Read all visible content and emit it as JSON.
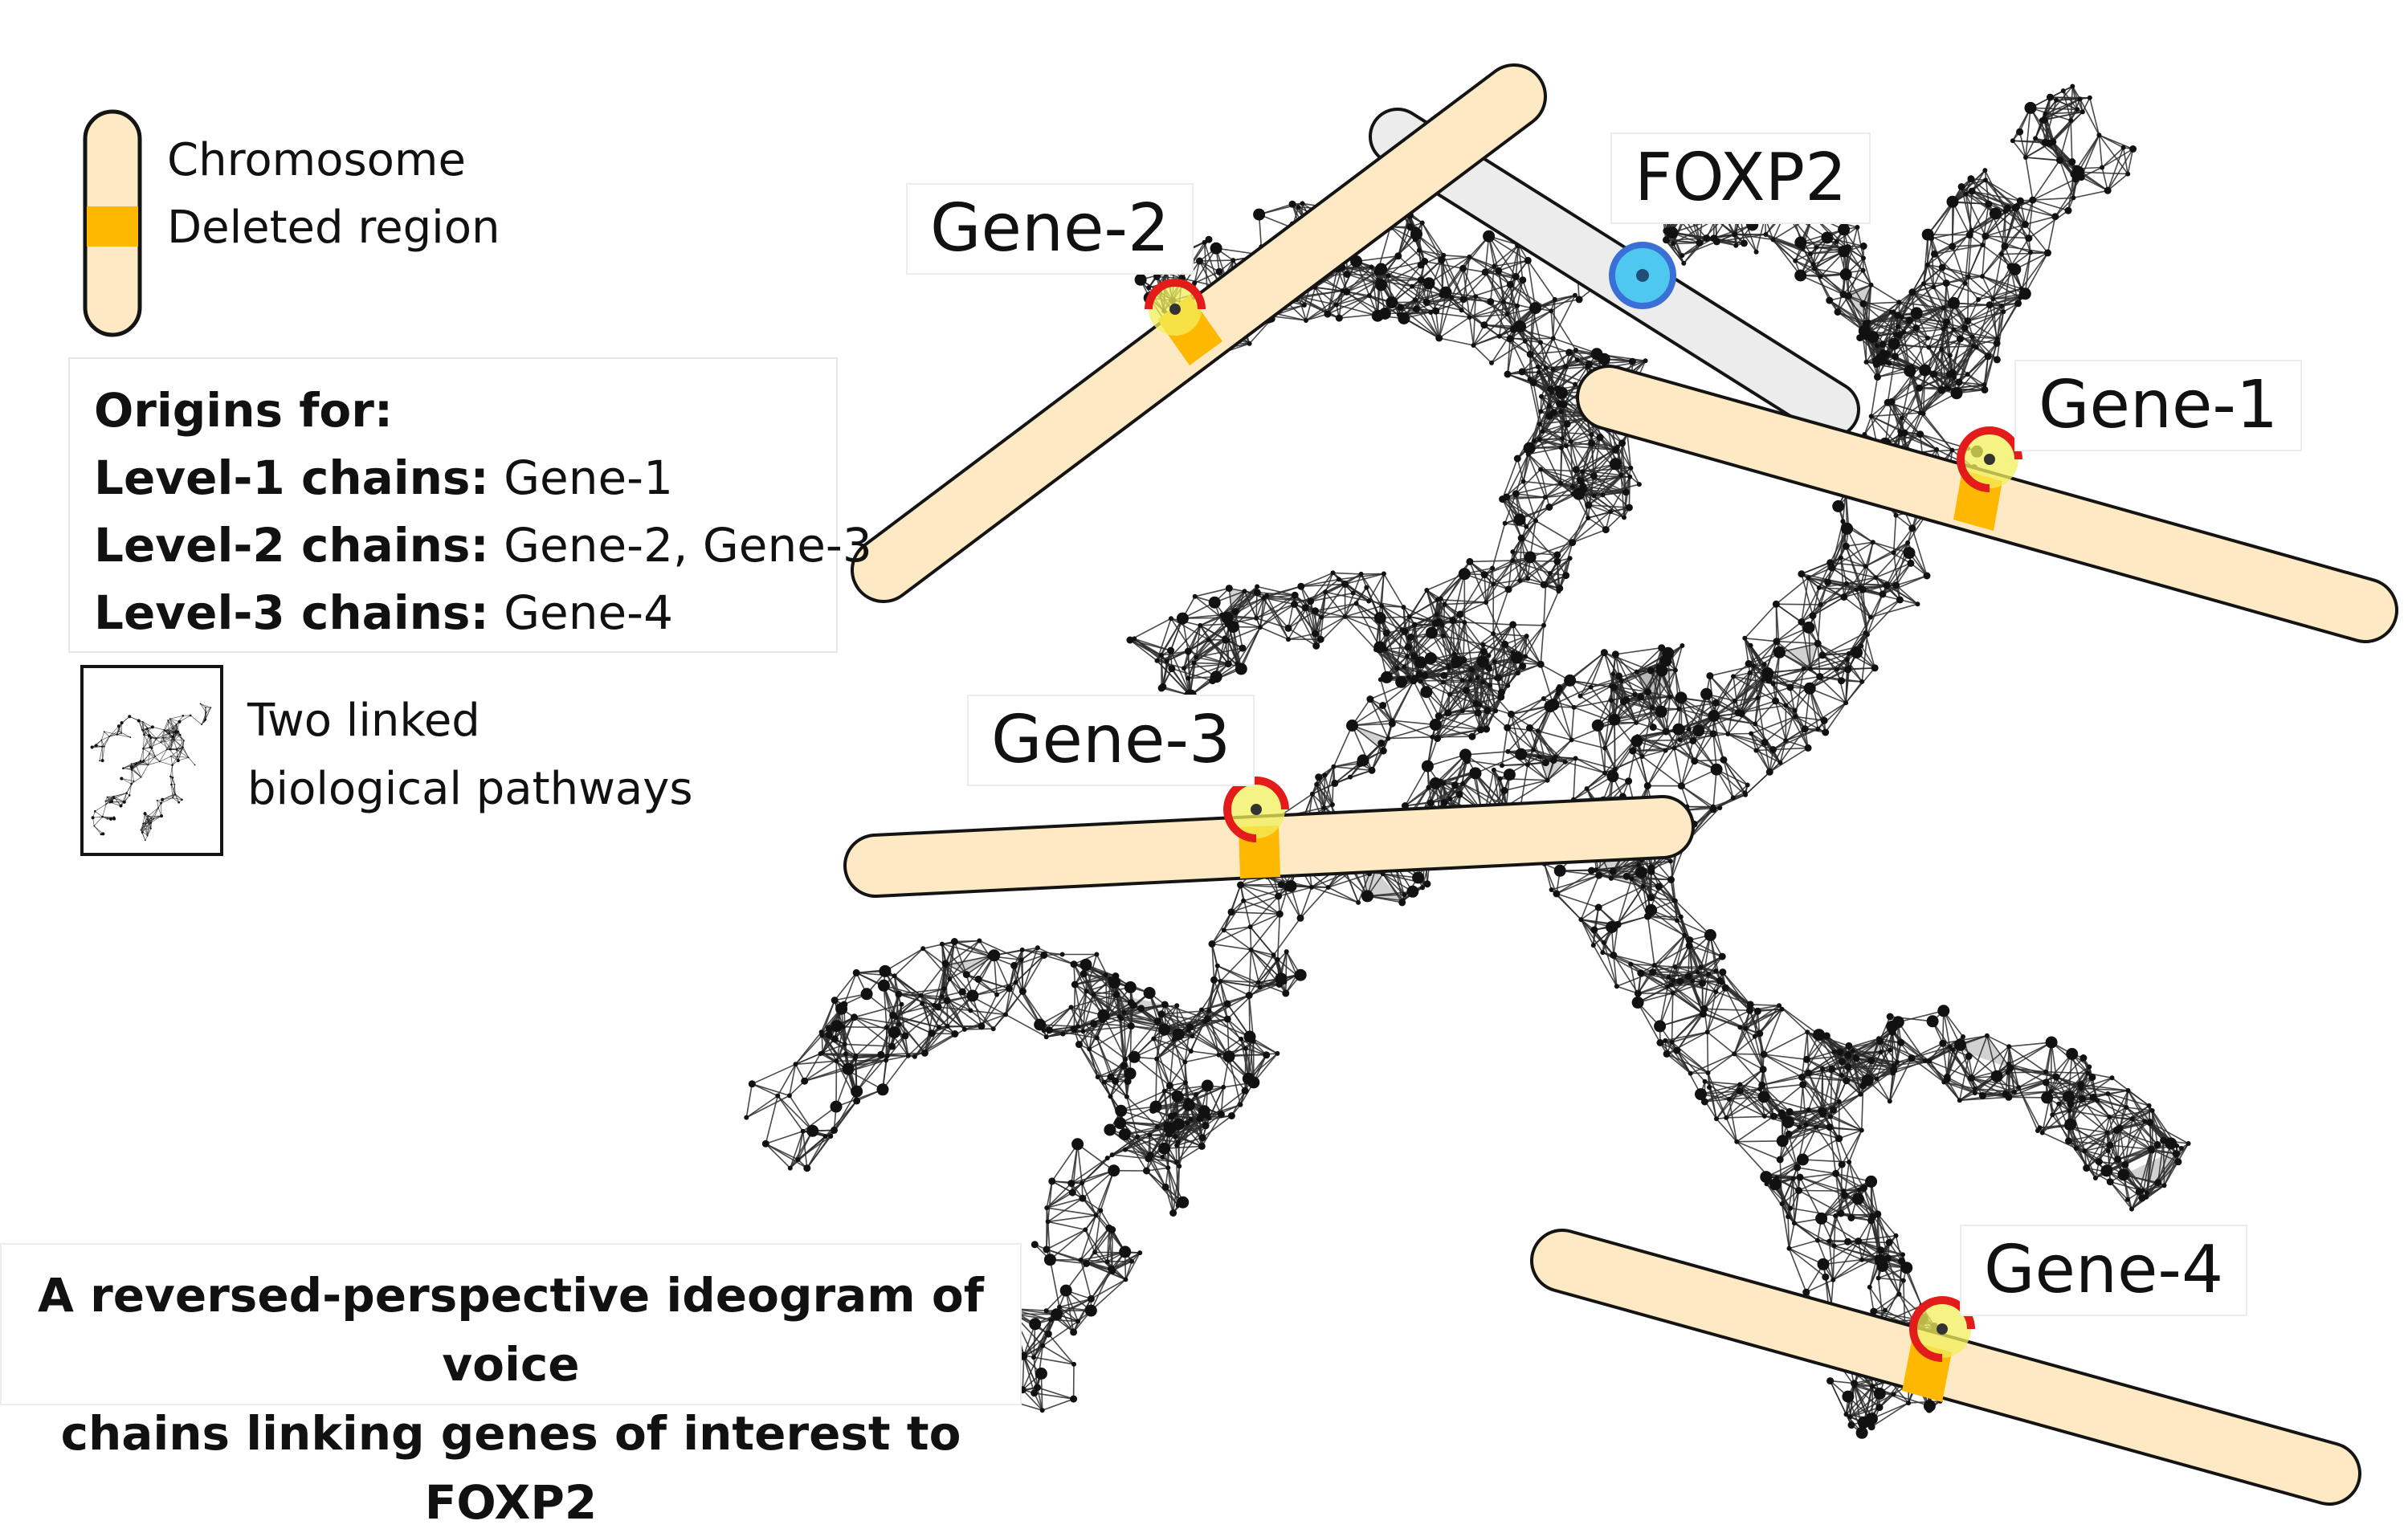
{
  "legend": {
    "chromosome_label": "Chromosome",
    "deleted_region_label": "Deleted region",
    "pathways_label_line1": "Two linked",
    "pathways_label_line2": "biological pathways"
  },
  "origins": {
    "heading": "Origins for:",
    "rows": [
      {
        "level": "Level-1 chains:",
        "genes": "Gene-1"
      },
      {
        "level": "Level-2 chains:",
        "genes": "Gene-2, Gene-3"
      },
      {
        "level": "Level-3 chains:",
        "genes": "Gene-4"
      }
    ]
  },
  "genes": {
    "foxp2": "FOXP2",
    "gene1": "Gene-1",
    "gene2": "Gene-2",
    "gene3": "Gene-3",
    "gene4": "Gene-4"
  },
  "caption": {
    "line1": "A reversed-perspective  ideogram of voice",
    "line2": "chains linking genes of interest to FOXP2"
  },
  "colors": {
    "chromosome_fill": "#fde9c3",
    "chromosome_stroke": "#141414",
    "deleted_region": "#ffb800",
    "gene_marker_ring": "#e41b1b",
    "gene_marker_fill": "#f2ef5a",
    "foxp2_marker": "#4fc8f0",
    "foxp2_marker_ring": "#3a6fd6",
    "ghost_chromosome": "#ececec",
    "network": "#2a2a2a"
  }
}
